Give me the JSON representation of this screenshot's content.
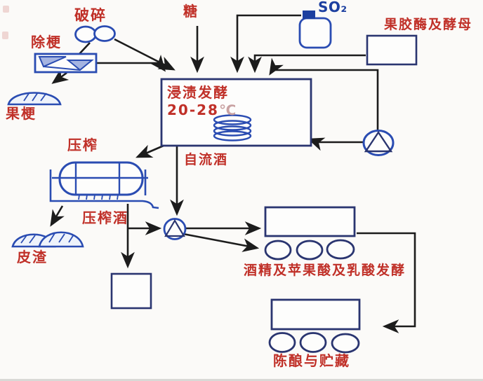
{
  "diagram_labels": {
    "crush": "破碎",
    "destem": "除梗",
    "stems": "果梗",
    "sugar": "糖",
    "so2": "SO₂",
    "pectinase_yeast": "果胶酶及酵母",
    "maceration_fermentation": "浸渍发酵",
    "temp_value": "20-28",
    "temp_unit": "℃",
    "press": "压榨",
    "free_run_wine": "自流酒",
    "press_wine": "压榨酒",
    "pomace": "皮渣",
    "alcoholic_malolactic_fermentation": "酒精及苹果酸及乳酸发酵",
    "aging_storage": "陈酿与贮藏"
  },
  "colors": {
    "red": "#c03028",
    "blue": "#2a4cb2",
    "navy": "#2a3570",
    "ink": "#1c1c1c",
    "so2": "#1c3fa0",
    "bg": "#fbfaf8"
  }
}
